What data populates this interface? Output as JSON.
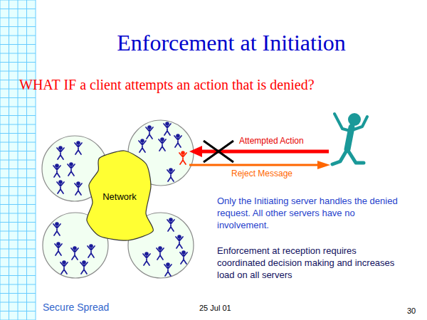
{
  "diagram": {
    "title": "Enforcement at Initiation",
    "nodes": [
      {
        "text": [
          "Network"
        ]
      }
    ],
    "labels": [
      "WHAT IF a client attempts an action that is denied?",
      "Attempted Action",
      "Reject Message",
      "Only the Initiating server handles the denied request. All other servers have no involvement.",
      "Enforcement at reception requires coordinated decision making and increases load on all servers",
      "Secure Spread",
      "25 Jul 01",
      "30"
    ]
  }
}
